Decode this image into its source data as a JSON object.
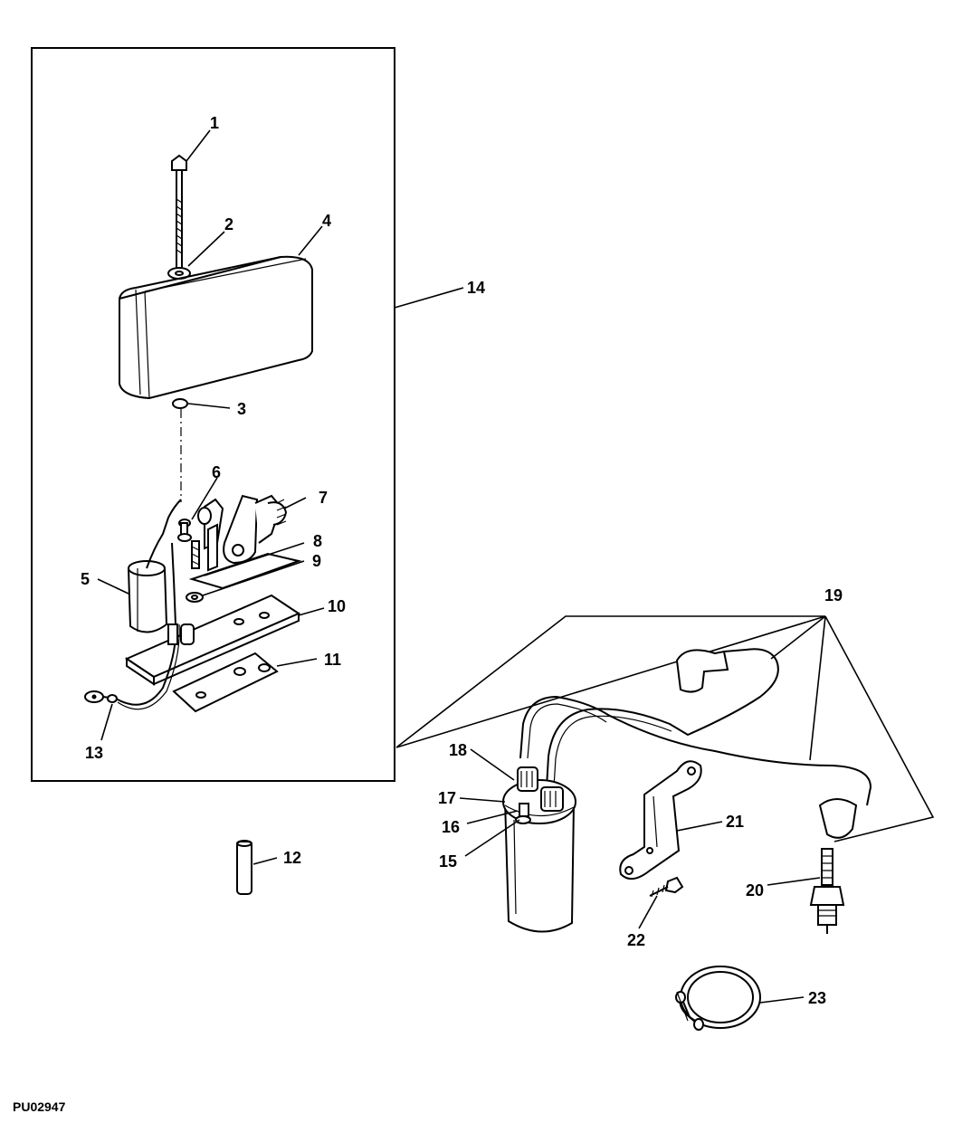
{
  "figure_code": "PU02947",
  "callouts": [
    "1",
    "2",
    "3",
    "4",
    "5",
    "6",
    "7",
    "8",
    "9",
    "10",
    "11",
    "12",
    "13",
    "14",
    "15",
    "16",
    "17",
    "18",
    "19",
    "20",
    "21",
    "22",
    "23"
  ],
  "colors": {
    "ink": "#000000",
    "paper": "#ffffff"
  }
}
